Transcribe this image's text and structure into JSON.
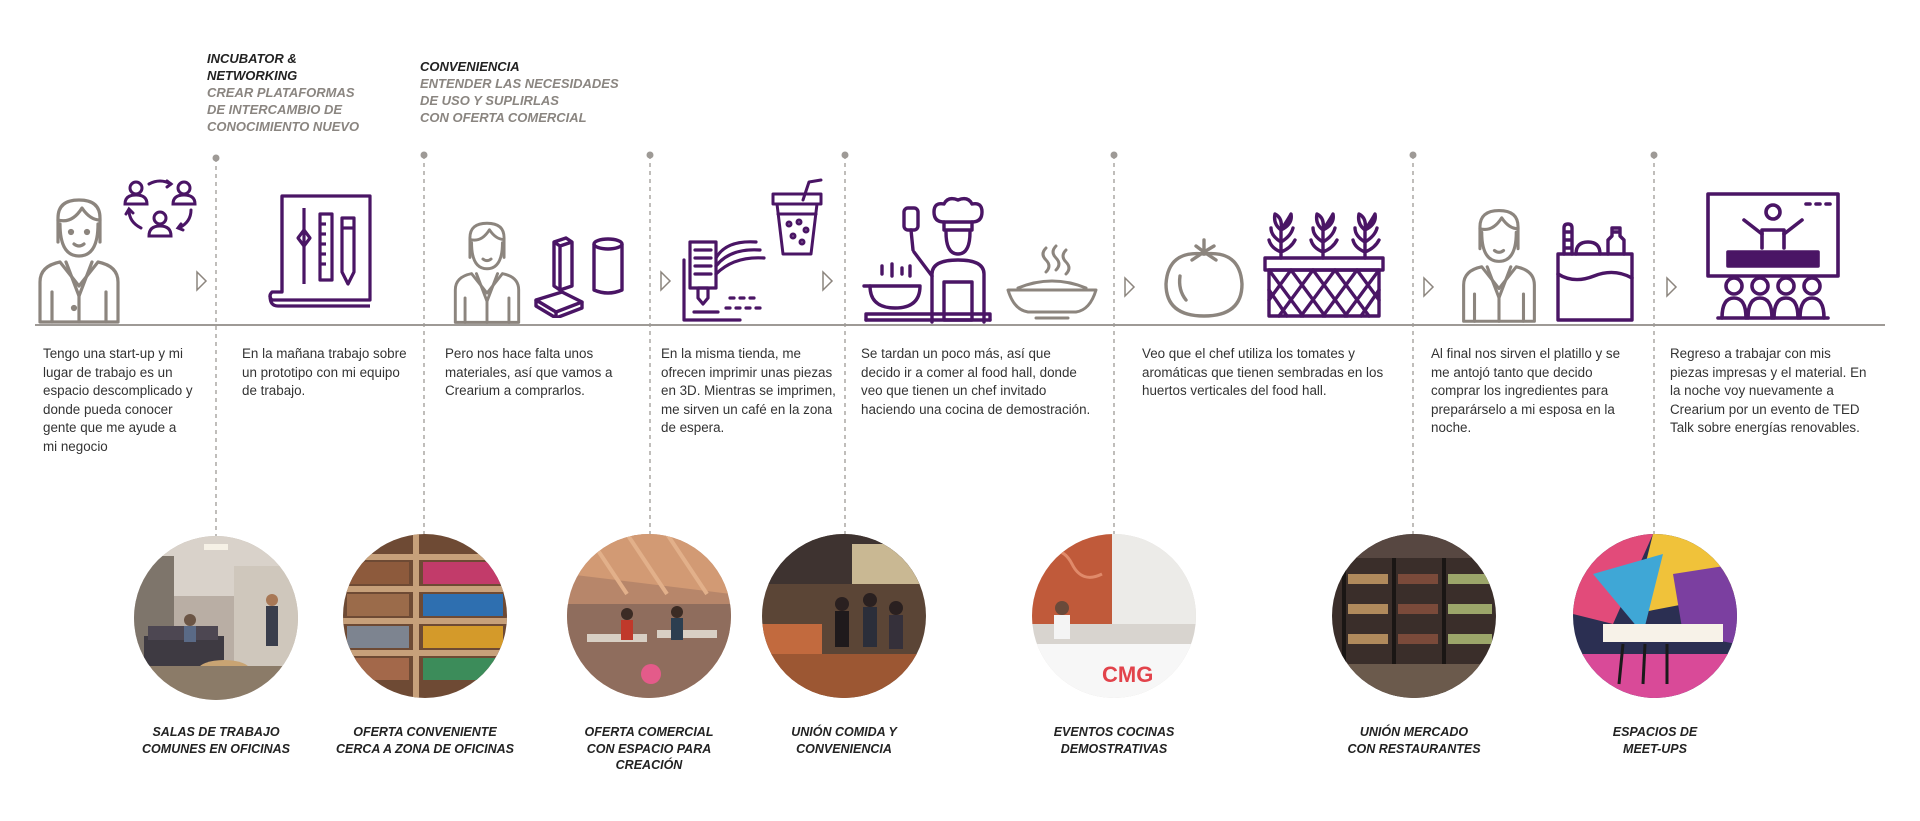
{
  "colors": {
    "accent": "#4a1565",
    "icon_gray": "#8c857e",
    "line": "#9e9a96",
    "text": "#333333"
  },
  "headings": [
    {
      "title": "INCUBATOR &\nNETWORKING",
      "subtitle": "CREAR PLATAFORMAS\nDE INTERCAMBIO DE\nCONOCIMIENTO NUEVO"
    },
    {
      "title": "CONVENIENCIA",
      "subtitle": "ENTENDER LAS NECESIDADES\nDE USO Y SUPLIRLAS\nCON OFERTA COMERCIAL"
    }
  ],
  "steps": [
    "Tengo una start-up y mi lugar de trabajo es un espacio descomplicado y donde pueda conocer gente que me ayude a mi negocio",
    "En la mañana trabajo sobre un prototipo con mi equipo de trabajo.",
    "Pero nos hace falta unos materiales, así que vamos a Crearium a comprarlos.",
    "En la misma tienda, me ofrecen imprimir unas piezas en 3D. Mientras se imprimen, me sirven un café en la zona de espera.",
    "Se tardan un poco más, así que decido ir a comer al food hall, donde veo que tienen un chef invitado haciendo una cocina de demostración.",
    "Veo que el chef utiliza los tomates y aromáticas que tienen sembradas en los huertos verticales del food hall.",
    "Al final nos sirven el platillo y se me antojó tanto que decido comprar los ingredientes para preparárselo a mi esposa en la noche.",
    "Regreso a trabajar con mis piezas impresas y el material. En la noche voy nuevamente a Crearium por un evento de TED Talk sobre energías renovables."
  ],
  "captions": [
    "SALAS DE TRABAJO\nCOMUNES EN OFICINAS",
    "OFERTA CONVENIENTE\nCERCA A ZONA DE OFICINAS",
    "OFERTA COMERCIAL\nCON ESPACIO PARA\nCREACIÓN",
    "UNIÓN COMIDA Y\nCONVENIENCIA",
    "EVENTOS COCINAS\nDEMOSTRATIVAS",
    "UNIÓN MERCADO\nCON RESTAURANTES",
    "ESPACIOS DE\nMEET-UPS"
  ],
  "photo_sign_text": "CMG",
  "icons": [
    "person-icon",
    "people-network-icon",
    "blueprint-icon",
    "person-icon",
    "materials-icon",
    "3d-printer-icon",
    "coffee-cup-icon",
    "chef-icon",
    "dish-icon",
    "tomato-icon",
    "planter-icon",
    "person-icon",
    "grocery-bag-icon",
    "presentation-icon"
  ]
}
